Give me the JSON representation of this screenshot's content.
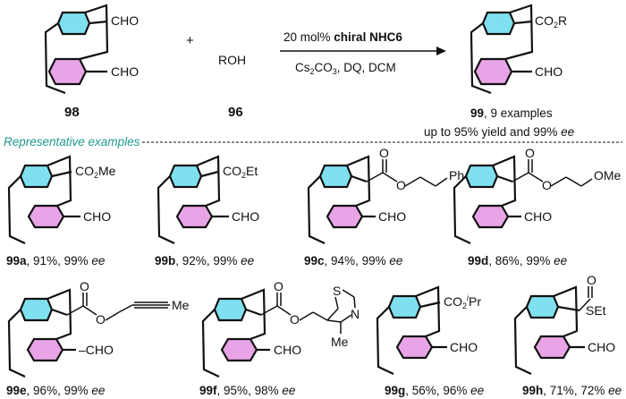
{
  "colors": {
    "top_ring": "#7fe0ef",
    "bottom_ring": "#e8a4e6",
    "section_label": "#1f9a8e",
    "ink": "#111111"
  },
  "scheme": {
    "reactant_label": "98",
    "plus": "+",
    "alcohol": "ROH",
    "alcohol_label": "96",
    "conditions_line1_prefix": "20 mol%",
    "conditions_line1_catalyst": "chiral NHC6",
    "conditions_line2": "Cs2CO3, DQ, DCM",
    "product_label": "99",
    "product_summary": ", 9 examples",
    "summary_line2_prefix": "up to 95% yield and 99% ",
    "summary_line2_ee": "ee"
  },
  "section_title": "Representative examples",
  "group_labels": {
    "cho": "CHO",
    "co2r": "CO2R",
    "co2me": "CO2Me",
    "co2et": "CO2Et",
    "co2ipr": "CO2iPr",
    "ph": "Ph",
    "ome": "OMe",
    "me": "Me",
    "o": "O",
    "set": "SEt",
    "thiazole_s": "S",
    "thiazole_n": "N"
  },
  "examples": [
    {
      "id": "99a",
      "yield": "91%",
      "ee": "99%",
      "ee_unit": "ee"
    },
    {
      "id": "99b",
      "yield": "92%",
      "ee": "99%",
      "ee_unit": "ee"
    },
    {
      "id": "99c",
      "yield": "94%",
      "ee": "99%",
      "ee_unit": "ee"
    },
    {
      "id": "99d",
      "yield": "86%",
      "ee": "99%",
      "ee_unit": "ee"
    },
    {
      "id": "99e",
      "yield": "96%",
      "ee": "99%",
      "ee_unit": "ee"
    },
    {
      "id": "99f",
      "yield": "95%",
      "ee": "98%",
      "ee_unit": "ee"
    },
    {
      "id": "99g",
      "yield": "56%",
      "ee": "96%",
      "ee_unit": "ee"
    },
    {
      "id": "99h",
      "yield": "71%",
      "ee": "72%",
      "ee_unit": "ee"
    }
  ]
}
